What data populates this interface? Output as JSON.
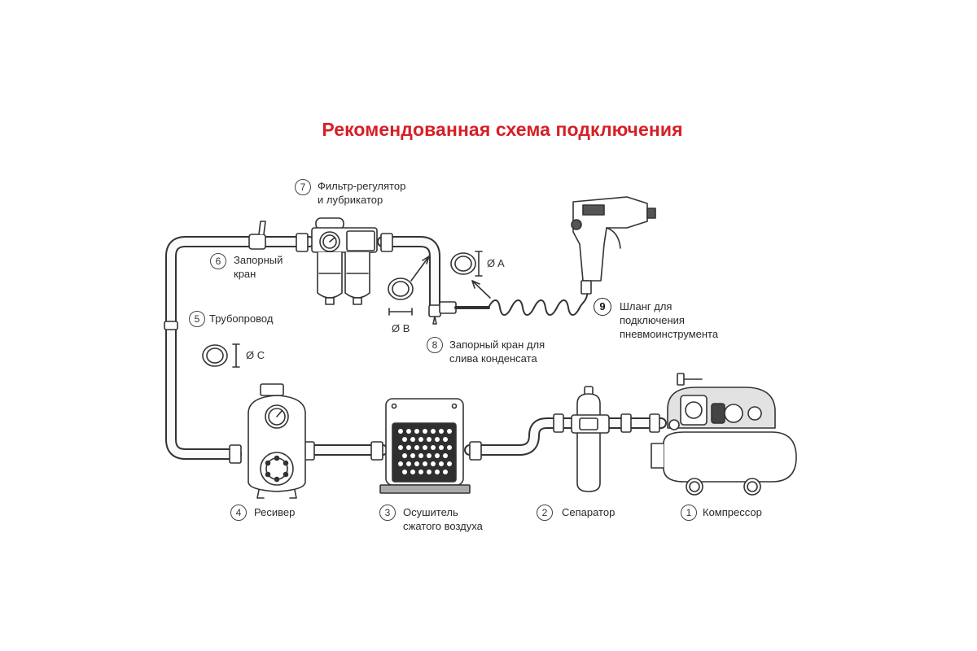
{
  "title": "Рекомендованная схема подключения",
  "colors": {
    "title": "#d71f26",
    "stroke": "#333333",
    "fill_light": "#f4f4f4"
  },
  "components": [
    {
      "number": "1",
      "lines": [
        "Компрессор"
      ]
    },
    {
      "number": "2",
      "lines": [
        "Сепаратор"
      ]
    },
    {
      "number": "3",
      "lines": [
        "Осушитель",
        "сжатого воздуха"
      ]
    },
    {
      "number": "4",
      "lines": [
        "Ресивер"
      ]
    },
    {
      "number": "5",
      "lines": [
        "Трубопровод"
      ]
    },
    {
      "number": "6",
      "lines": [
        "Запорный",
        "кран"
      ]
    },
    {
      "number": "7",
      "lines": [
        "Фильтр-регулятор",
        "и лубрикатор"
      ]
    },
    {
      "number": "8",
      "lines": [
        "Запорный кран для",
        "слива конденсата"
      ]
    },
    {
      "number": "9",
      "lines": [
        "Шланг для",
        "подключения",
        "пневмоинструмента"
      ]
    }
  ],
  "dimensions": {
    "a": "Ø A",
    "b": "Ø B",
    "c": "Ø C"
  },
  "icons": [
    "compressor",
    "separator",
    "dryer",
    "receiver",
    "pipe",
    "shutoff-valve",
    "filter-regulator-lubricator",
    "drain-valve",
    "coiled-hose",
    "impact-wrench",
    "diameter-ring"
  ]
}
